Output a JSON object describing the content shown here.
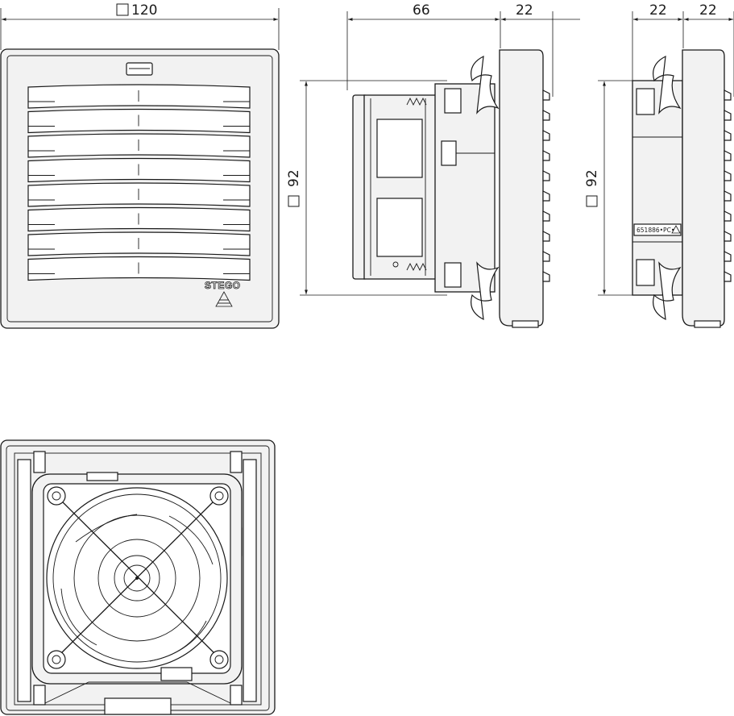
{
  "dimensions": {
    "front_width": "120",
    "depth_total": "66",
    "grille_depth": "22",
    "side_grille_depth_a": "22",
    "side_grille_depth_b": "22",
    "height_left": "92",
    "height_right": "92"
  },
  "labels": {
    "brand_logo": "STEGO",
    "part_marking": "651886•PC•"
  },
  "icons": {
    "square_symbol": "square-icon",
    "arrow": "arrowhead-icon",
    "recycling": "recycling-triangle-icon"
  },
  "colors": {
    "line": "#1a1a1a",
    "fill": "#f2f2f2",
    "background": "#ffffff"
  }
}
